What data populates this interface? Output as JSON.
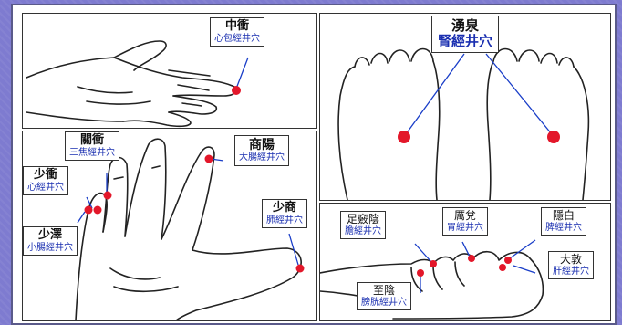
{
  "panels": {
    "palm": {
      "point": "中衝",
      "meridian": "心包經井穴"
    },
    "sole": {
      "point": "湧泉",
      "meridian": "腎經井穴"
    },
    "hand_back": [
      {
        "point": "關衝",
        "meridian": "三焦經井穴"
      },
      {
        "point": "少衝",
        "meridian": "心經井穴"
      },
      {
        "point": "少澤",
        "meridian": "小腸經井穴"
      },
      {
        "point": "商陽",
        "meridian": "大腸經井穴"
      },
      {
        "point": "少商",
        "meridian": "肺經井穴"
      }
    ],
    "foot_side": [
      {
        "point": "足竅陰",
        "meridian": "膽經井穴"
      },
      {
        "point": "厲兌",
        "meridian": "胃經井穴"
      },
      {
        "point": "隱白",
        "meridian": "脾經井穴"
      },
      {
        "point": "大敦",
        "meridian": "肝經井穴"
      },
      {
        "point": "至陰",
        "meridian": "膀胱經井穴"
      }
    ]
  },
  "colors": {
    "point_dot": "#e3172a",
    "meridian_text": "#1a2fb0",
    "pointer_line": "#1a3ec8",
    "backdrop": "#7e7bd0"
  }
}
